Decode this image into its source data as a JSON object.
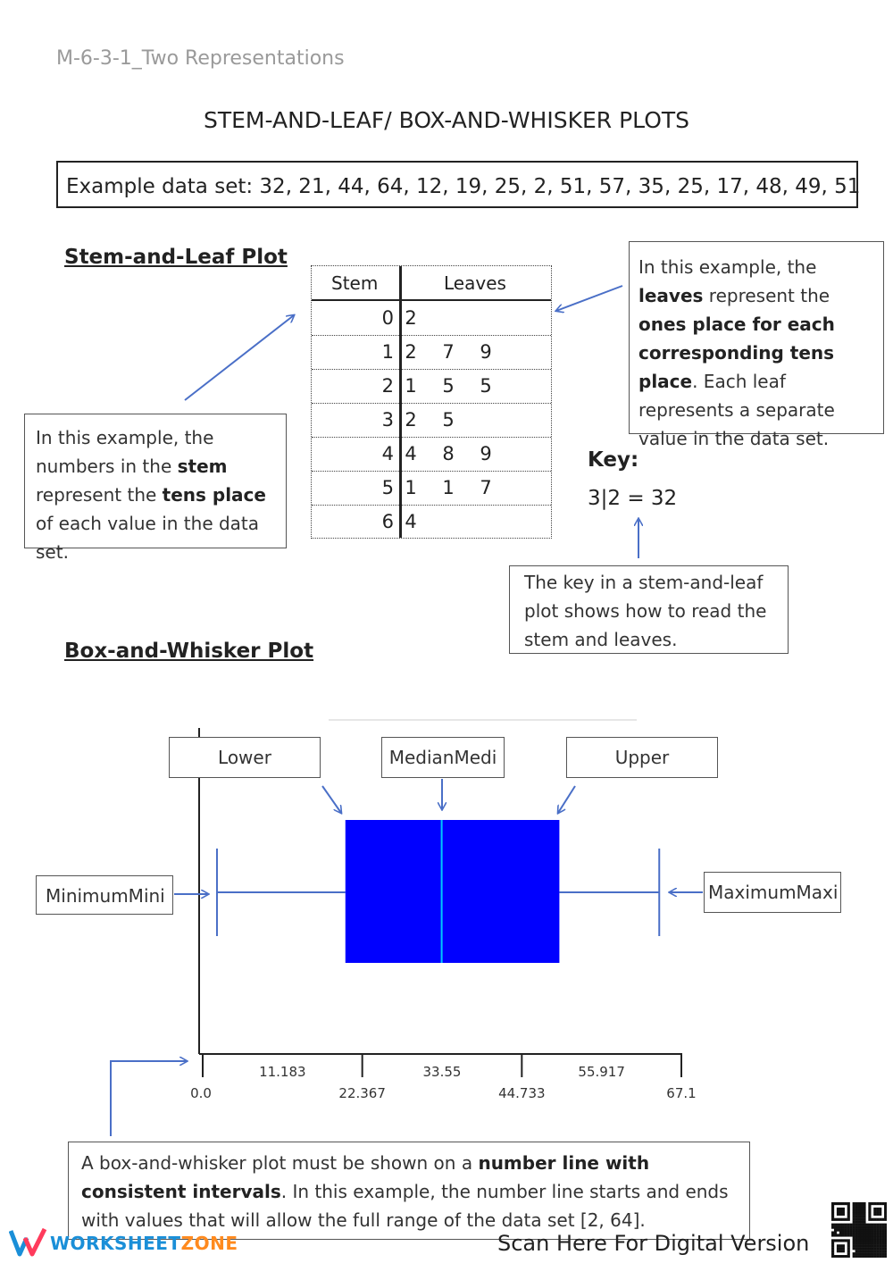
{
  "header": {
    "code": "M-6-3-1_Two Representations",
    "title": "STEM-AND-LEAF/ BOX-AND-WHISKER PLOTS"
  },
  "dataset_text": "Example data set: 32, 21, 44, 64, 12, 19, 25, 2, 51, 57, 35, 25, 17, 48, 49, 51",
  "stem_leaf": {
    "section_title": "Stem-and-Leaf Plot",
    "stem_header": "Stem",
    "leaves_header": "Leaves",
    "rows": [
      {
        "stem": "0",
        "leaves": [
          "2"
        ]
      },
      {
        "stem": "1",
        "leaves": [
          "2",
          "7",
          "9"
        ]
      },
      {
        "stem": "2",
        "leaves": [
          "1",
          "5",
          "5"
        ]
      },
      {
        "stem": "3",
        "leaves": [
          "2",
          "5"
        ]
      },
      {
        "stem": "4",
        "leaves": [
          "4",
          "8",
          "9"
        ]
      },
      {
        "stem": "5",
        "leaves": [
          "1",
          "1",
          "7"
        ]
      },
      {
        "stem": "6",
        "leaves": [
          "4"
        ]
      }
    ],
    "stem_note": {
      "p1": "In this example, the numbers in the ",
      "b1": "stem",
      "p2": " represent the ",
      "b2": "tens place",
      "p3": " of each value in the data set."
    },
    "leaves_note": {
      "p1": "In this example, the ",
      "b1": "leaves",
      "p2": " represent the ",
      "b2": "ones place for each corresponding tens place",
      "p3": ". Each leaf represents a separate value in the data set."
    },
    "key_label": "Key:",
    "key_text": "3|2 = 32",
    "key_note": "The key in a stem-and-leaf plot shows how to read the stem and leaves."
  },
  "box_plot": {
    "section_title": "Box-and-Whisker Plot",
    "labels": {
      "lower": "Lower",
      "median": "MedianMedi",
      "upper": "Upper",
      "minimum": "MinimumMini",
      "maximum": "MaximumMaxi"
    },
    "axis_note": {
      "p1": "A box-and-whisker plot must be shown on a ",
      "b1": "number line with consistent intervals",
      "p2": ". In this example, the number line starts and ends with values that will allow the full range of the data set [2, 64]."
    },
    "colors": {
      "box_fill": "#0000ff",
      "median_line": "#00c8ff",
      "whisker": "#4a6fc7",
      "arrow": "#4a6fc7"
    }
  },
  "chart_data": {
    "type": "box",
    "xlim": [
      0,
      67.1
    ],
    "ticks_lower": [
      "0.0",
      "22.367",
      "44.733",
      "67.1"
    ],
    "ticks_upper": [
      "11.183",
      "33.55",
      "55.917"
    ],
    "tick_values_lower": [
      0,
      22.367,
      44.733,
      67.1
    ],
    "tick_values_upper": [
      11.183,
      33.55,
      55.917
    ],
    "min": 2,
    "q1": 20,
    "median": 33.5,
    "q3": 50,
    "max": 64
  },
  "footer": {
    "brand_a": "WORKSHEET",
    "brand_b": "ZONE",
    "scan_text": "Scan Here For Digital Version"
  }
}
